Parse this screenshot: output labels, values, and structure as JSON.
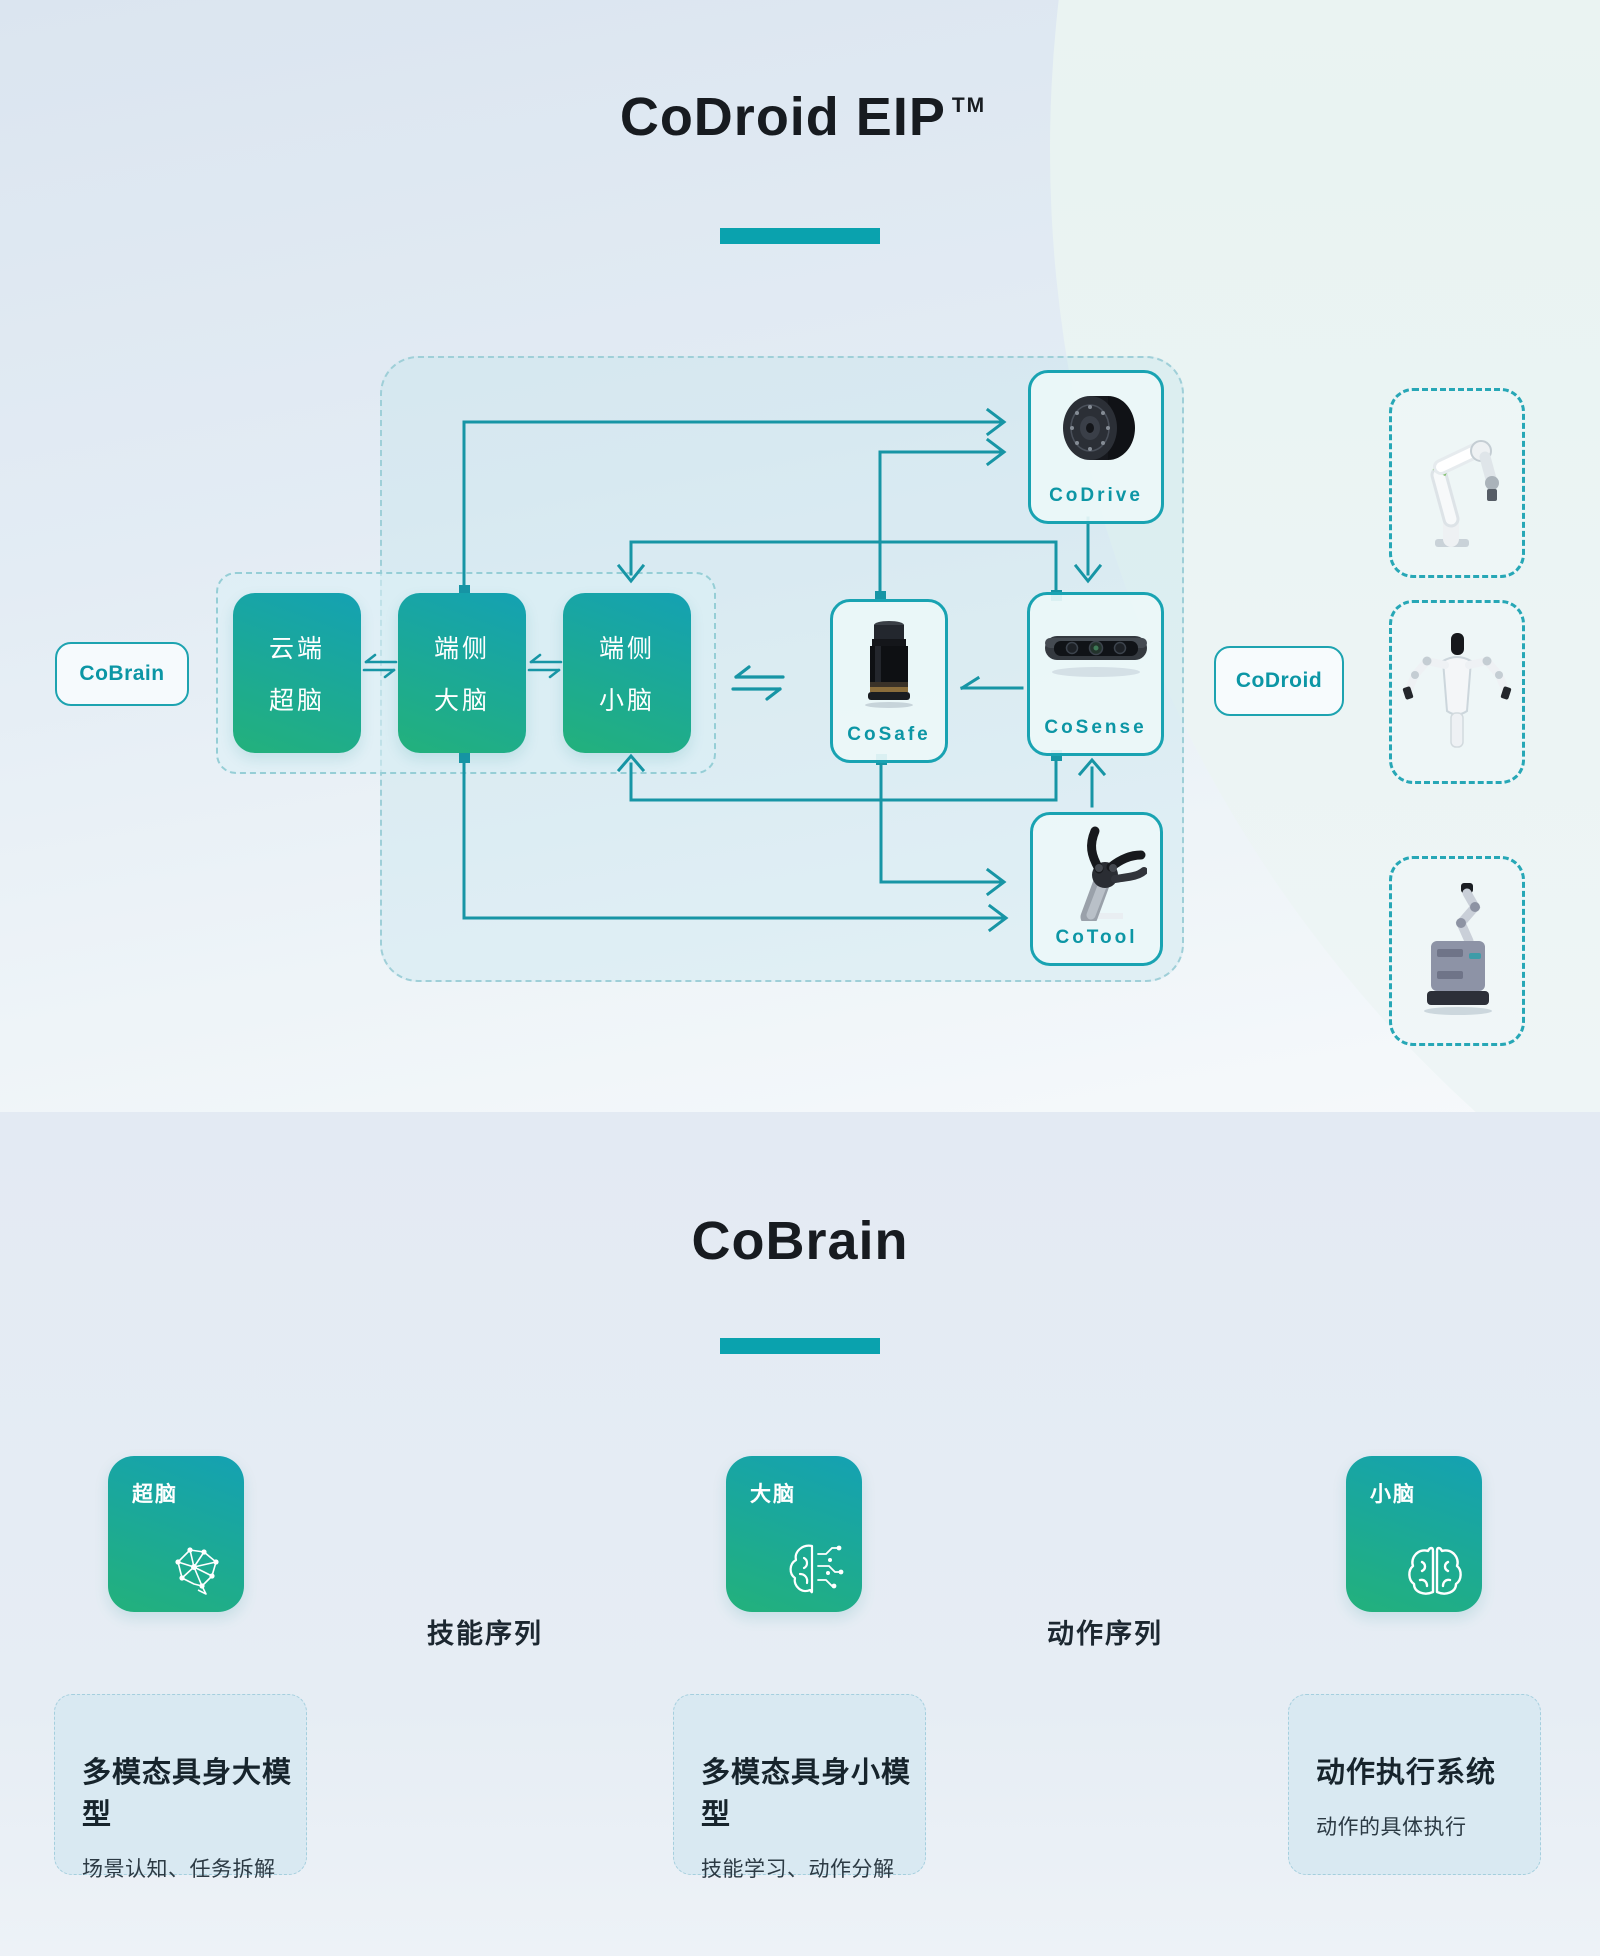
{
  "titles": {
    "top": "CoDroid EIP",
    "top_sup": "TM",
    "bottom": "CoBrain"
  },
  "accent": {
    "teal_bar": "#0aa2ae",
    "line_teal": "#1795a5"
  },
  "top_diagram": {
    "cobrain_label": "CoBrain",
    "codroid_label": "CoDroid",
    "brain_boxes": [
      {
        "line1": "云端",
        "line2": "超脑"
      },
      {
        "line1": "端侧",
        "line2": "大脑"
      },
      {
        "line1": "端侧",
        "line2": "小脑"
      }
    ],
    "devices": {
      "codrive": "CoDrive",
      "cosafe": "CoSafe",
      "cosense": "CoSense",
      "cotool": "CoTool"
    }
  },
  "bottom_diagram": {
    "nodes": [
      {
        "label": "超脑"
      },
      {
        "label": "大脑"
      },
      {
        "label": "小脑"
      }
    ],
    "flow_labels": [
      "技能序列",
      "动作序列"
    ],
    "cards": [
      {
        "title": "多模态具身大模型",
        "subtitle": "场景认知、任务拆解"
      },
      {
        "title": "多模态具身小模型",
        "subtitle": "技能学习、动作分解"
      },
      {
        "title": "动作执行系统",
        "subtitle": "动作的具体执行"
      }
    ]
  }
}
